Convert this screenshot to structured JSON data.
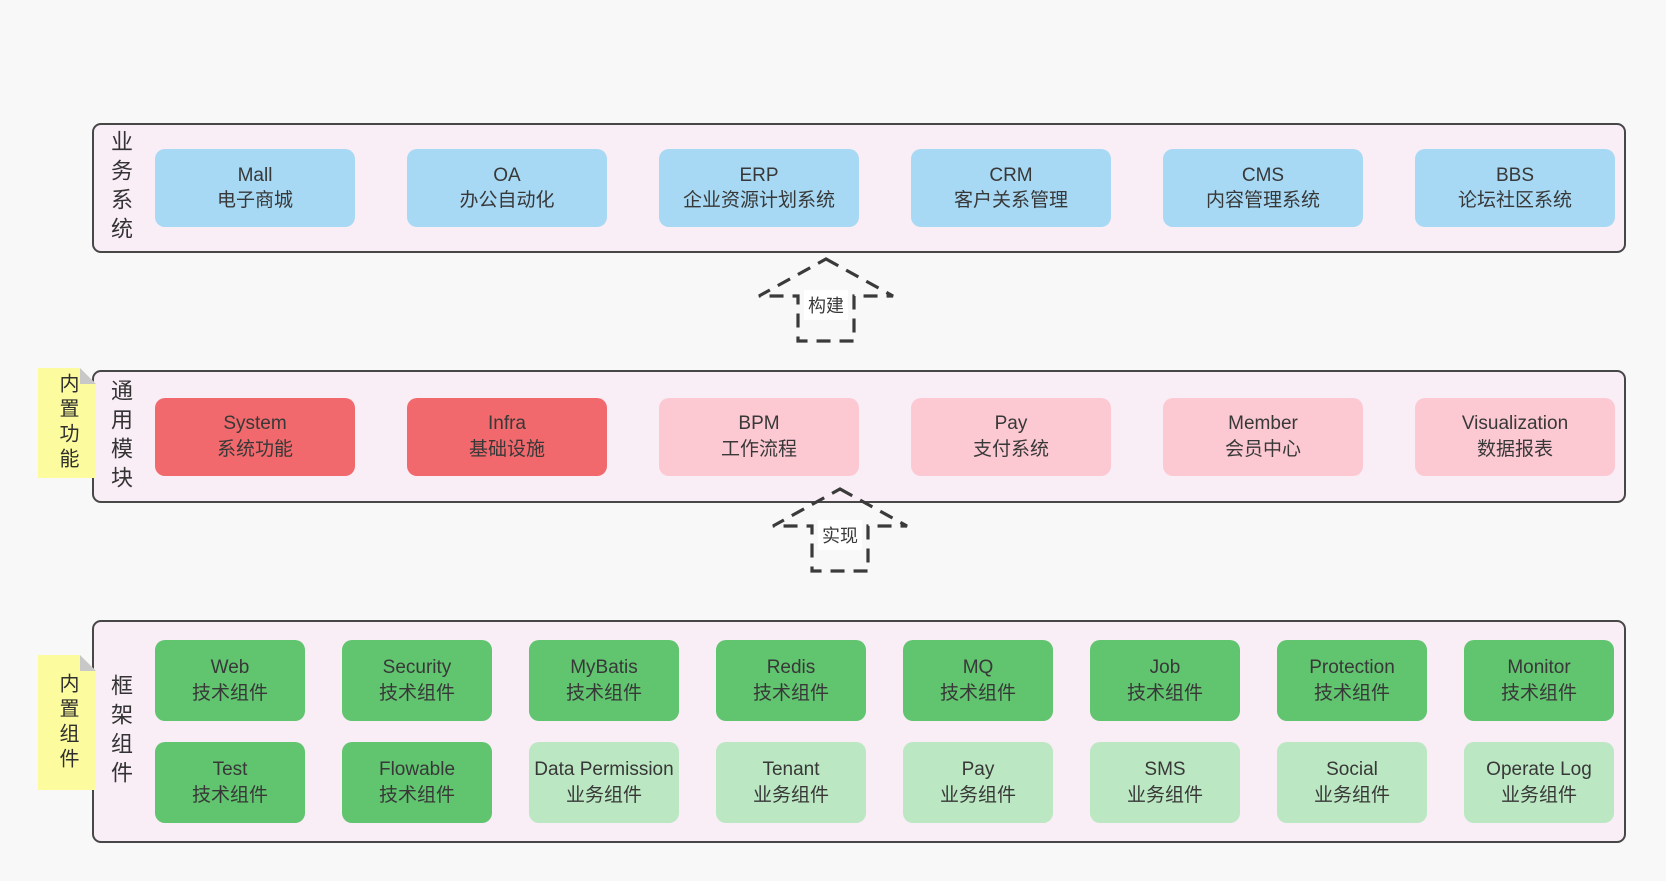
{
  "colors": {
    "page_bg": "#f8f8f8",
    "layer_bg": "#f9edf6",
    "layer_border": "#474747",
    "blue_box": "#a7d9f5",
    "red_box": "#f1696c",
    "pink_box": "#fcc9d3",
    "green_box": "#61c46f",
    "green_light_box": "#bbe7c2",
    "note_bg": "#fcfc9f",
    "note_fold": "#c8c8c8",
    "text": "#3a3a3a"
  },
  "arrows": [
    {
      "label": "构建"
    },
    {
      "label": "实现"
    }
  ],
  "notes": [
    {
      "label": "内置功能"
    },
    {
      "label": "内置组件"
    }
  ],
  "layers": {
    "business": {
      "label": "业务系统",
      "boxes": [
        {
          "title": "Mall",
          "subtitle": "电子商城",
          "variant": "blue"
        },
        {
          "title": "OA",
          "subtitle": "办公自动化",
          "variant": "blue"
        },
        {
          "title": "ERP",
          "subtitle": "企业资源计划系统",
          "variant": "blue"
        },
        {
          "title": "CRM",
          "subtitle": "客户关系管理",
          "variant": "blue"
        },
        {
          "title": "CMS",
          "subtitle": "内容管理系统",
          "variant": "blue"
        },
        {
          "title": "BBS",
          "subtitle": "论坛社区系统",
          "variant": "blue"
        }
      ]
    },
    "modules": {
      "label": "通用模块",
      "boxes": [
        {
          "title": "System",
          "subtitle": "系统功能",
          "variant": "red"
        },
        {
          "title": "Infra",
          "subtitle": "基础设施",
          "variant": "red"
        },
        {
          "title": "BPM",
          "subtitle": "工作流程",
          "variant": "pink"
        },
        {
          "title": "Pay",
          "subtitle": "支付系统",
          "variant": "pink"
        },
        {
          "title": "Member",
          "subtitle": "会员中心",
          "variant": "pink"
        },
        {
          "title": "Visualization",
          "subtitle": "数据报表",
          "variant": "pink"
        }
      ]
    },
    "components": {
      "label": "框架组件",
      "boxes": [
        {
          "title": "Web",
          "subtitle": "技术组件",
          "variant": "green"
        },
        {
          "title": "Security",
          "subtitle": "技术组件",
          "variant": "green"
        },
        {
          "title": "MyBatis",
          "subtitle": "技术组件",
          "variant": "green"
        },
        {
          "title": "Redis",
          "subtitle": "技术组件",
          "variant": "green"
        },
        {
          "title": "MQ",
          "subtitle": "技术组件",
          "variant": "green"
        },
        {
          "title": "Job",
          "subtitle": "技术组件",
          "variant": "green"
        },
        {
          "title": "Protection",
          "subtitle": "技术组件",
          "variant": "green"
        },
        {
          "title": "Monitor",
          "subtitle": "技术组件",
          "variant": "green"
        },
        {
          "title": "Test",
          "subtitle": "技术组件",
          "variant": "green"
        },
        {
          "title": "Flowable",
          "subtitle": "技术组件",
          "variant": "green"
        },
        {
          "title": "Data Permission",
          "subtitle": "业务组件",
          "variant": "green-light"
        },
        {
          "title": "Tenant",
          "subtitle": "业务组件",
          "variant": "green-light"
        },
        {
          "title": "Pay",
          "subtitle": "业务组件",
          "variant": "green-light"
        },
        {
          "title": "SMS",
          "subtitle": "业务组件",
          "variant": "green-light"
        },
        {
          "title": "Social",
          "subtitle": "业务组件",
          "variant": "green-light"
        },
        {
          "title": "Operate Log",
          "subtitle": "业务组件",
          "variant": "green-light"
        }
      ]
    }
  }
}
